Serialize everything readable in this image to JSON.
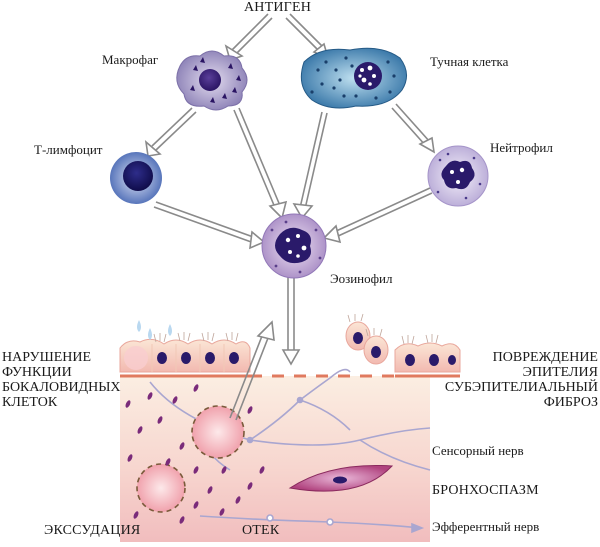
{
  "diagram": {
    "antigen": "АНТИГЕН",
    "cells": {
      "macrophage": "Макрофаг",
      "mast_cell": "Тучная клетка",
      "t_lymphocyte": "Т-лимфоцит",
      "neutrophil": "Нейтрофил",
      "eosinophil": "Эозинофил"
    },
    "effects_left": {
      "line1": "НАРУШЕНИЕ",
      "line2": "ФУНКЦИИ",
      "line3": "БОКАЛОВИДНЫХ",
      "line4": "КЛЕТОК"
    },
    "effects_right": {
      "line1": "ПОВРЕЖДЕНИЕ",
      "line2": "ЭПИТЕЛИЯ",
      "line3": "СУБЭПИТЕЛИАЛЬНЫЙ",
      "line4": "ФИБРОЗ"
    },
    "tissue_labels": {
      "sensory_nerve": "Сенсорный нерв",
      "bronchospasm": "БРОНХОСПАЗМ",
      "efferent_nerve": "Эфферентный нерв",
      "exudation": "ЭКССУДАЦИЯ",
      "edema": "ОТЕК"
    }
  },
  "colors": {
    "arrow": "#8a8a8a",
    "cell_purple": "#7a5fa8",
    "cell_dark": "#2c1a6a",
    "mast_blue": "#2f6fa0",
    "tissue_pink": "#f3c6c6",
    "basement_line": "#e07a5f"
  }
}
